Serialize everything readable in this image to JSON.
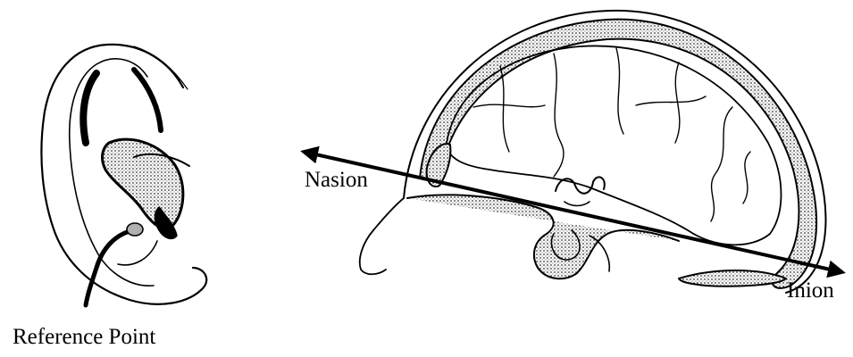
{
  "labels": {
    "nasion": "Nasion",
    "inion": "Inion",
    "reference_point": "Reference Point"
  }
}
